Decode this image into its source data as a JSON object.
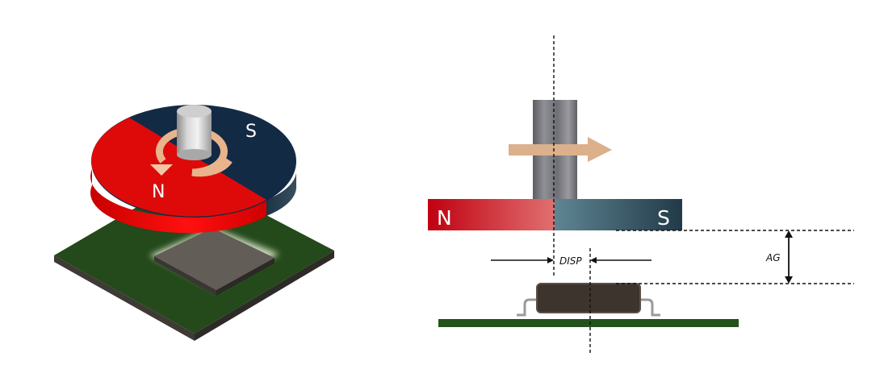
{
  "figure_3d": {
    "magnet": {
      "north_label": "N",
      "south_label": "S",
      "north_color": "#e00000",
      "south_color": "#132a45"
    },
    "shaft_color": "#bdbdbd",
    "rotation_arrow_color": "#e8b48c",
    "pcb_color": "#24491a",
    "chip_color": "#625d57",
    "motion": "rotation"
  },
  "figure_side": {
    "magnet": {
      "north_label": "N",
      "south_label": "S",
      "north_color": "#c8102e",
      "south_color": "#2e4b5a"
    },
    "shaft_color": "#7a7a80",
    "motion_arrow_color": "#dcb08a",
    "motion": "linear-right",
    "dimensions": {
      "displacement_label": "DISP",
      "air_gap_label": "AG"
    },
    "chip_color": "#3d342e",
    "lead_color": "#9a9a9a",
    "pcb_color": "#24521c"
  }
}
